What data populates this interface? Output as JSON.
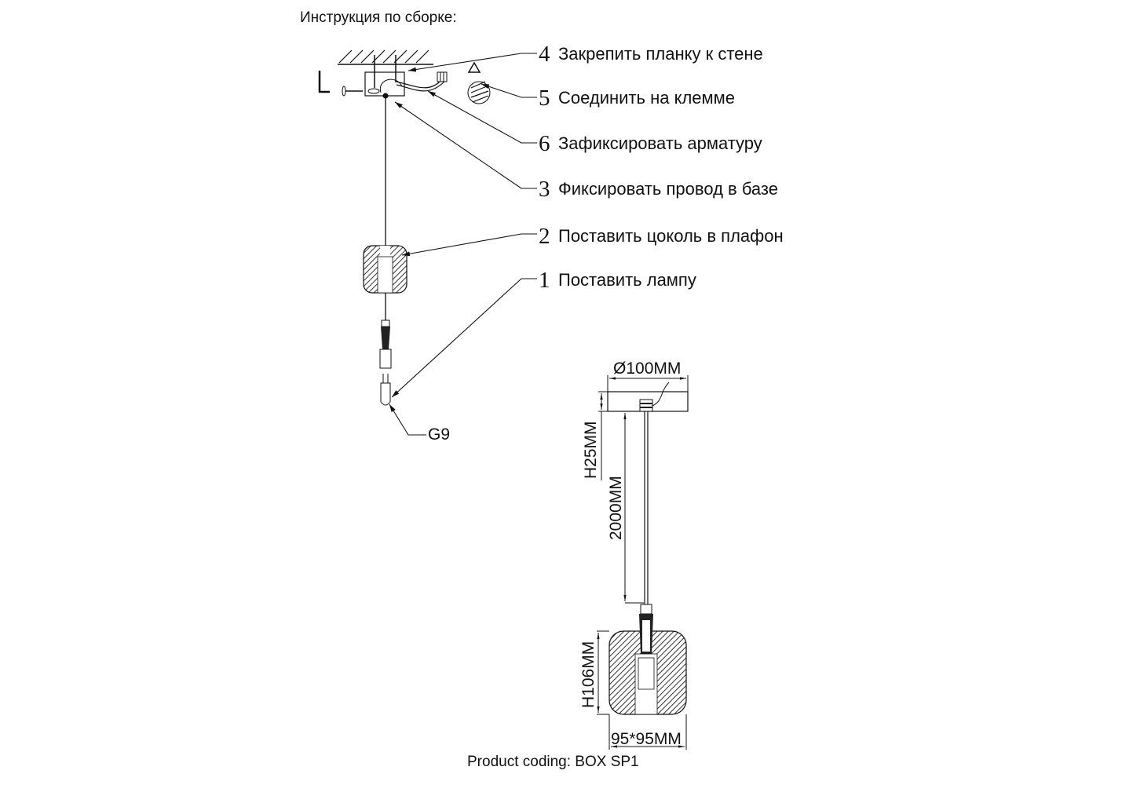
{
  "title": "Инструкция по сборке:",
  "steps": [
    {
      "number": "4",
      "label": "Закрепить планку к стене"
    },
    {
      "number": "5",
      "label": "Соединить на клемме"
    },
    {
      "number": "6",
      "label": "Зафиксировать арматуру"
    },
    {
      "number": "3",
      "label": "Фиксировать провод в базе"
    },
    {
      "number": "2",
      "label": "Поставить цоколь в плафон"
    },
    {
      "number": "1",
      "label": "Поставить лампу"
    }
  ],
  "lamp_type": "G9",
  "dimensions": {
    "canopy_diameter": "Ø100MM",
    "canopy_height": "H25MM",
    "cable_length": "2000MM",
    "shade_height": "H106MM",
    "shade_size": "95*95MM"
  },
  "product_coding": "Product coding: BOX SP1",
  "side_letter": "L"
}
